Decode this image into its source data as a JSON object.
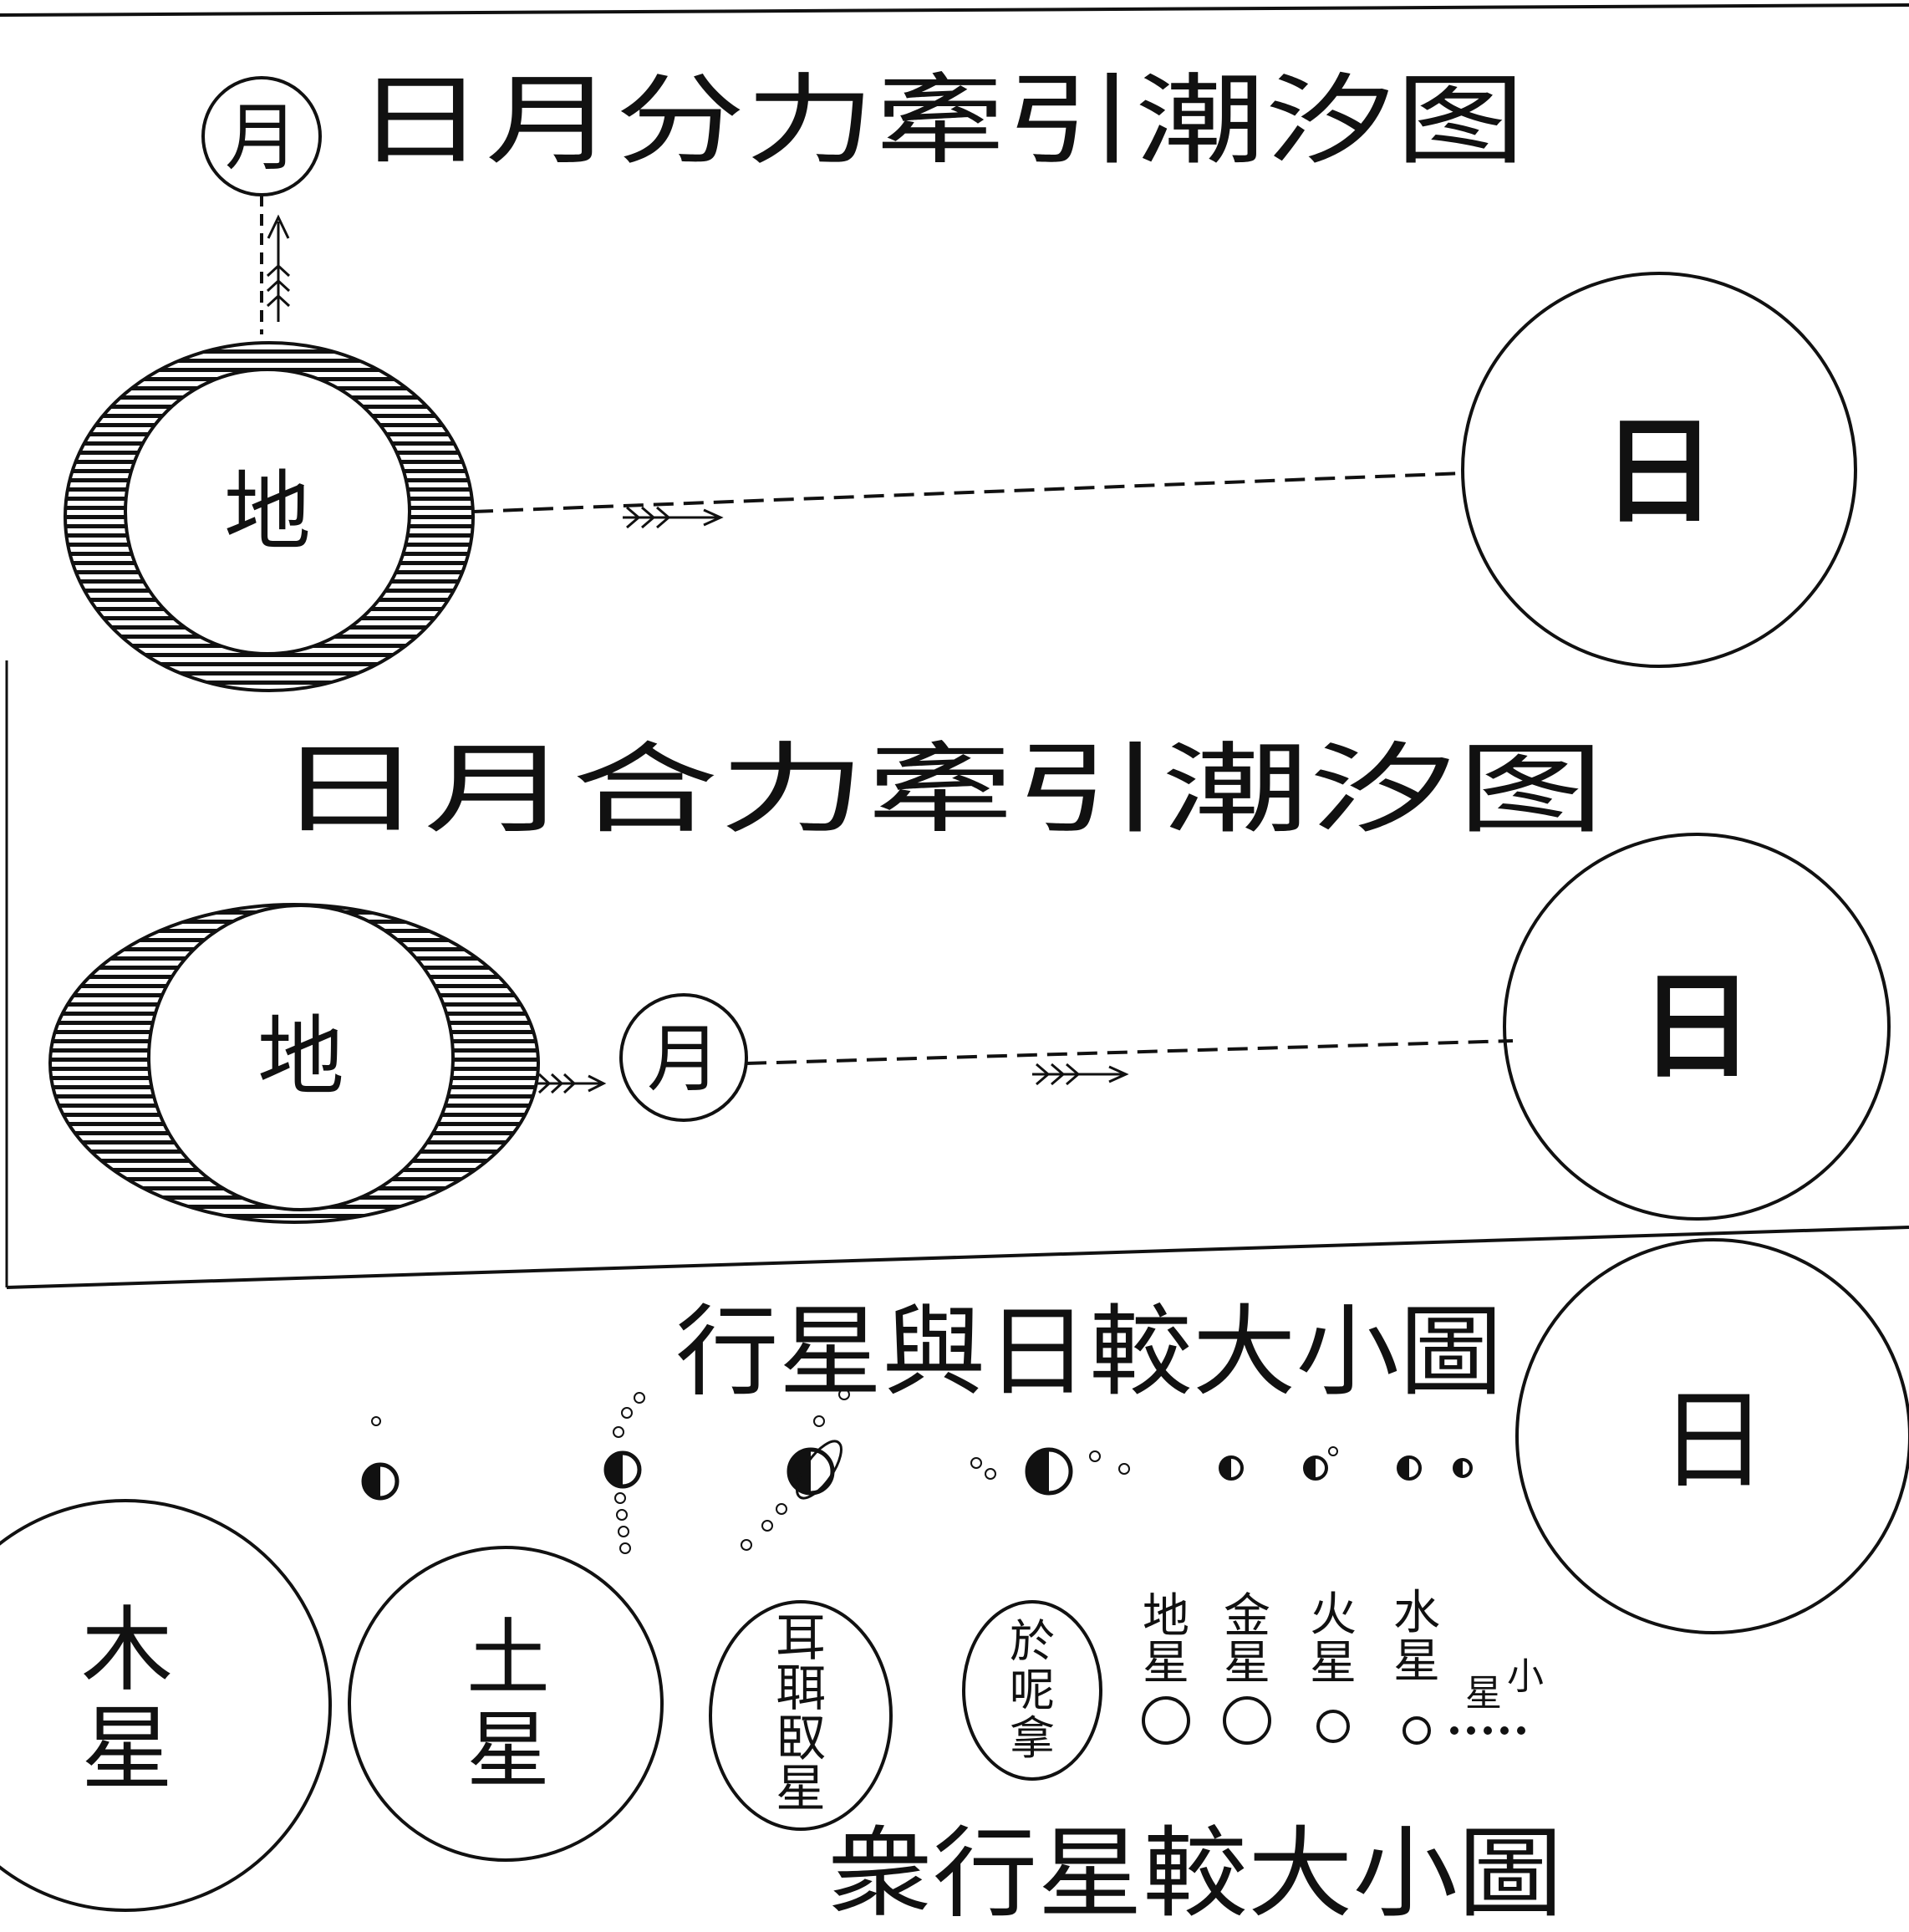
{
  "diagram_top": {
    "title": "日月分力牽引潮汐图",
    "earth_label": "地",
    "moon_label": "月",
    "sun_label": "日"
  },
  "diagram_middle": {
    "title": "日月合力牽引潮汐图",
    "earth_label": "地",
    "moon_label": "月",
    "sun_label": "日"
  },
  "diagram_bottom": {
    "title_upper": "行星與日較大小圖",
    "title_lower": "衆行星較大小圖",
    "sun_label": "日",
    "planets": {
      "jupiter": [
        "木",
        "星"
      ],
      "saturn": [
        "土",
        "星"
      ],
      "uranus": [
        "耳",
        "聑",
        "臤",
        "星"
      ],
      "neptune": [
        "於",
        "呢",
        "拿"
      ],
      "earth": [
        "地",
        "星"
      ],
      "venus": [
        "金",
        "星"
      ],
      "mars": [
        "火",
        "星"
      ],
      "mercury": [
        "水",
        "星"
      ],
      "small": [
        "小",
        "星"
      ]
    }
  }
}
